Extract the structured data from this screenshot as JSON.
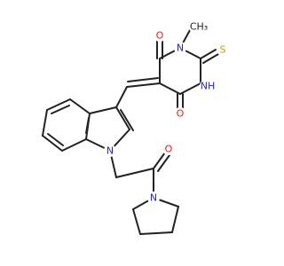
{
  "molecule": {
    "atoms": {
      "o_top": {
        "text": "O",
        "color": "#e8231f"
      },
      "n_methyl": {
        "text": "N",
        "color": "#2323e8"
      },
      "methyl": {
        "text": "CH₃",
        "color": "#222222"
      },
      "s_thione": {
        "text": "S",
        "color": "#c8a000"
      },
      "nh": {
        "text": "NH",
        "color": "#2323e8"
      },
      "o_lower": {
        "text": "O",
        "color": "#e8231f"
      },
      "n_indole": {
        "text": "N",
        "color": "#2323e8"
      },
      "o_amide": {
        "text": "O",
        "color": "#e8231f"
      },
      "n_pyrrolidine": {
        "text": "N",
        "color": "#2323e8"
      }
    },
    "colors": {
      "bond": "#222222",
      "oxygen": "#e8231f",
      "nitrogen": "#2323e8",
      "sulfur": "#c8a000"
    }
  }
}
